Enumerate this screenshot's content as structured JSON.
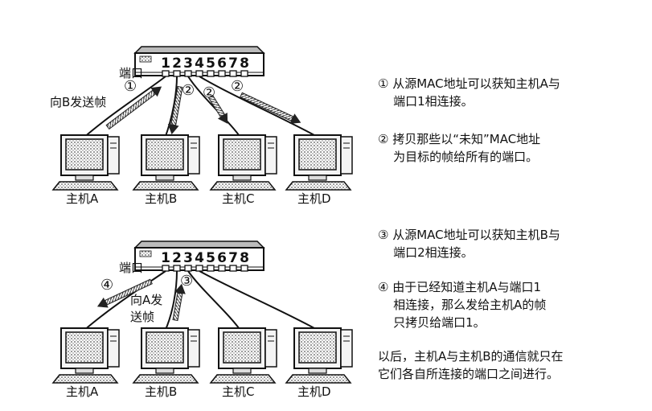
{
  "scenario_1": {
    "switch_ports": [
      "1",
      "2",
      "3",
      "4",
      "5",
      "6",
      "7",
      "8"
    ],
    "port_label": "端口",
    "hosts": [
      "主机A",
      "主机B",
      "主机C",
      "主机D"
    ],
    "sending_label": "向B发送帧",
    "step_markers": [
      "①",
      "②",
      "②",
      "②"
    ]
  },
  "scenario_2": {
    "switch_ports": [
      "1",
      "2",
      "3",
      "4",
      "5",
      "6",
      "7",
      "8"
    ],
    "port_label": "端口",
    "hosts": [
      "主机A",
      "主机B",
      "主机C",
      "主机D"
    ],
    "sending_label_line1": "向A发",
    "sending_label_line2": "送帧",
    "step_markers": [
      "④",
      "③"
    ]
  },
  "notes": {
    "n1_line1": "① 从源MAC地址可以获知主机A与",
    "n1_line2": "    端口1相连接。",
    "n2_line1": "② 拷贝那些以“未知”MAC地址",
    "n2_line2": "    为目标的帧给所有的端口。",
    "n3_line1": "③ 从源MAC地址可以获知主机B与",
    "n3_line2": "    端口2相连接。",
    "n4_line1": "④ 由于已经知道主机A与端口1",
    "n4_line2": "    相连接，那么发给主机A的帧",
    "n4_line3": "    只拷贝给端口1。",
    "n5_line1": "以后，主机A与主机B的通信就只在",
    "n5_line2": "它们各自所连接的端口之间进行。"
  }
}
